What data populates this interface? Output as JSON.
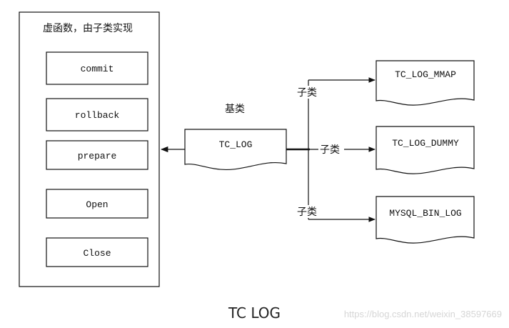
{
  "virtual_panel": {
    "title": "虚函数，由子类实现",
    "methods": [
      "commit",
      "rollback",
      "prepare",
      "Open",
      "Close"
    ]
  },
  "base_class": {
    "label": "基类",
    "name": "TC_LOG"
  },
  "subclasses": [
    {
      "edge_label": "子类",
      "name": "TC_LOG_MMAP"
    },
    {
      "edge_label": "子类",
      "name": "TC_LOG_DUMMY"
    },
    {
      "edge_label": "子类",
      "name": "MYSQL_BIN_LOG"
    }
  ],
  "caption": "TC LOG",
  "watermark": "https://blog.csdn.net/weixin_38597669"
}
